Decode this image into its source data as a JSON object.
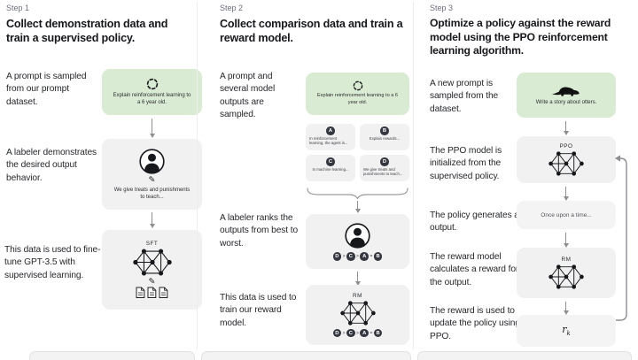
{
  "colors": {
    "green_box": "#d9ecd3",
    "gray_box": "#f1f1f1",
    "text": "#1f2023",
    "muted_label": "#6e6e80",
    "arrow": "#8e8e93",
    "rank_circle": "#353740"
  },
  "icons": {
    "pencil": "✎",
    "sample": "dashed-circle",
    "labeler": "person-in-circle",
    "model": "neural-network",
    "documents": "stacked-documents",
    "otter": "otter-silhouette"
  },
  "steps": [
    {
      "label": "Step 1",
      "heading": "Collect demonstration data and train a supervised policy.",
      "captions": {
        "prompt": "A prompt is sampled from our prompt dataset.",
        "labeler": "A labeler demonstrates the desired output behavior.",
        "finetune": "This data is used to fine-tune GPT-3.5 with supervised learning."
      },
      "prompt_box": {
        "text": "Explain reinforcement learning to a 6 year old."
      },
      "labeler_box": {
        "text": "We give treats and punishments to teach..."
      },
      "model_box": {
        "label": "SFT"
      }
    },
    {
      "label": "Step 2",
      "heading": "Collect comparison data and train a reward model.",
      "captions": {
        "prompt": "A prompt and several model outputs are sampled.",
        "labeler": "A labeler ranks the outputs from best to worst.",
        "train": "This data is used to train our reward model."
      },
      "prompt_box": {
        "text": "Explain reinforcement learning to a 6 year old."
      },
      "outputs": [
        {
          "letter": "A",
          "text": "In reinforcement learning, the agent is..."
        },
        {
          "letter": "B",
          "text": "Explain rewards..."
        },
        {
          "letter": "C",
          "text": "In machine learning..."
        },
        {
          "letter": "D",
          "text": "We give treats and punishments to teach..."
        }
      ],
      "ranking": {
        "items": [
          "D",
          "C",
          "A",
          "B"
        ],
        "separators": [
          ">",
          ">",
          "="
        ]
      },
      "model_box": {
        "label": "RM"
      }
    },
    {
      "label": "Step 3",
      "heading": "Optimize a policy against the reward model using the PPO reinforcement learning algorithm.",
      "captions": {
        "prompt": "A new prompt is sampled from the dataset.",
        "init": "The PPO model is initialized from the supervised policy.",
        "output": "The policy generates an output.",
        "reward": "The reward model calculates a reward for the output.",
        "update": "The reward is used to update the policy using PPO."
      },
      "prompt_box": {
        "text": "Write a story about otters."
      },
      "ppo_box": {
        "label": "PPO"
      },
      "output_box": {
        "text": "Once upon a time..."
      },
      "rm_box": {
        "label": "RM"
      },
      "reward_box": {
        "text": "r",
        "sub": "k"
      }
    }
  ]
}
